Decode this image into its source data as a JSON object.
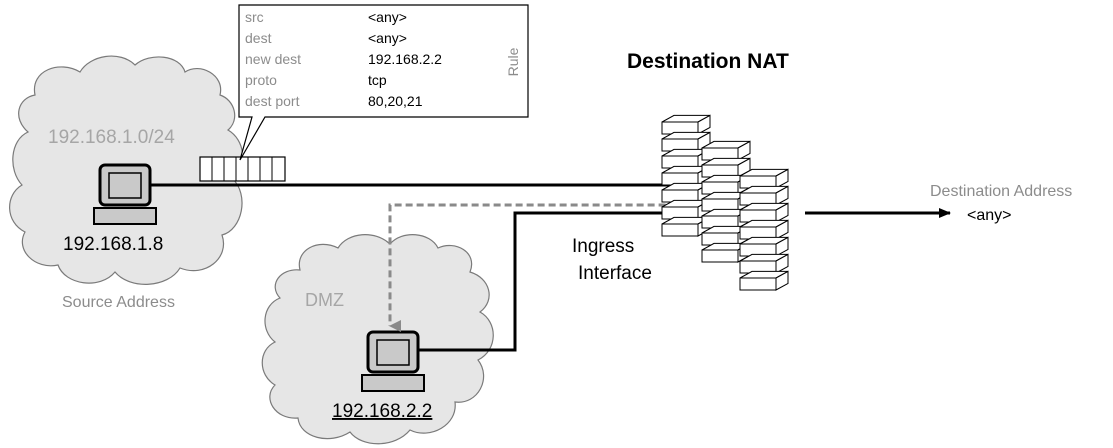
{
  "title": "Destination NAT",
  "rule_box": {
    "side_label": "Rule",
    "rows": [
      {
        "key": "src",
        "value": "<any>"
      },
      {
        "key": "dest",
        "value": "<any>"
      },
      {
        "key": "new dest",
        "value": "192.168.2.2"
      },
      {
        "key": "proto",
        "value": "tcp"
      },
      {
        "key": "dest port",
        "value": "80,20,21"
      }
    ]
  },
  "source_network": {
    "subnet": "192.168.1.0/24",
    "host_ip": "192.168.1.8",
    "caption": "Source Address"
  },
  "dmz_network": {
    "label": "DMZ",
    "host_ip": "192.168.2.2"
  },
  "ingress_label": {
    "line1": "Ingress",
    "line2": "Interface"
  },
  "destination": {
    "label": "Destination Address",
    "value": "<any>"
  },
  "colors": {
    "cloud_fill": "#e6e6e6",
    "cloud_stroke": "#7a7a7a",
    "muted_text": "#8c8c8c",
    "faint_text": "#a6a6a6",
    "dashed_path": "#8a8a8a",
    "line": "#000000"
  }
}
